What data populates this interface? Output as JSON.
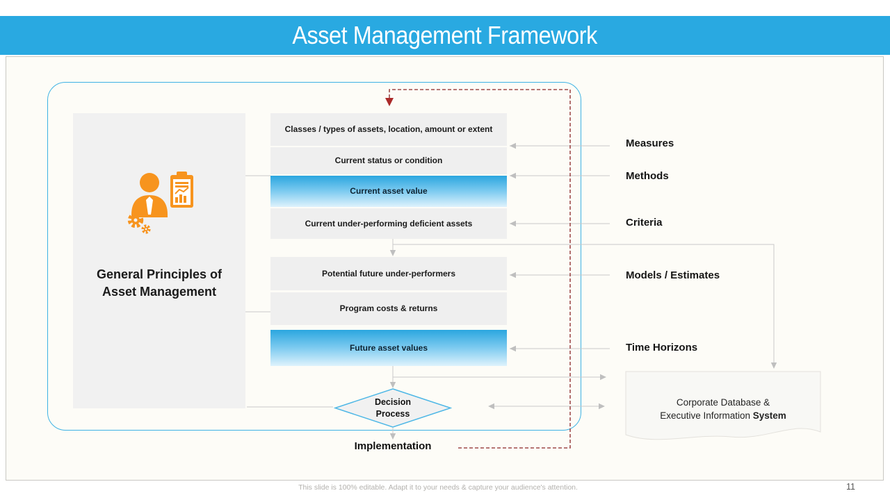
{
  "slide": {
    "title": "Asset Management Framework",
    "footer_note": "This slide is 100% editable. Adapt it to your needs & capture your audience's attention.",
    "page_number": "11"
  },
  "colors": {
    "accent_cyan": "#29a9e1",
    "box_gray": "#efefef",
    "gradient_blue_top": "#2ba6df",
    "gradient_blue_bottom": "#def2fc",
    "dashed_maroon": "#8b2424",
    "red_arrow": "#ab2a2a",
    "icon_orange": "#f7941e",
    "connector_gray": "#c9c9c9",
    "background": "#fdfcf7"
  },
  "left_panel": {
    "icon": "manager-clipboard-gears-icon",
    "label_line1": "General Principles of",
    "label_line2": "Asset Management"
  },
  "process_boxes": [
    {
      "label": "Classes / types of assets, location, amount or extent",
      "style": "gray"
    },
    {
      "label": "Current status or condition",
      "style": "gray"
    },
    {
      "label": "Current asset value",
      "style": "blue-gradient"
    },
    {
      "label": "Current under-performing deficient assets",
      "style": "gray"
    },
    {
      "label": "Potential future under-performers",
      "style": "gray"
    },
    {
      "label": "Program costs & returns",
      "style": "gray"
    },
    {
      "label": "Future asset values",
      "style": "blue-gradient"
    }
  ],
  "side_labels": [
    {
      "label": "Measures"
    },
    {
      "label": "Methods"
    },
    {
      "label": "Criteria"
    },
    {
      "label": "Models / Estimates"
    },
    {
      "label": "Time Horizons"
    }
  ],
  "decision_diamond": {
    "line1": "Decision",
    "line2": "Process"
  },
  "implementation": {
    "label": "Implementation"
  },
  "database_shape": {
    "line1": "Corporate Database &",
    "line2_regular": "Executive Information",
    "line2_bold": "System"
  }
}
